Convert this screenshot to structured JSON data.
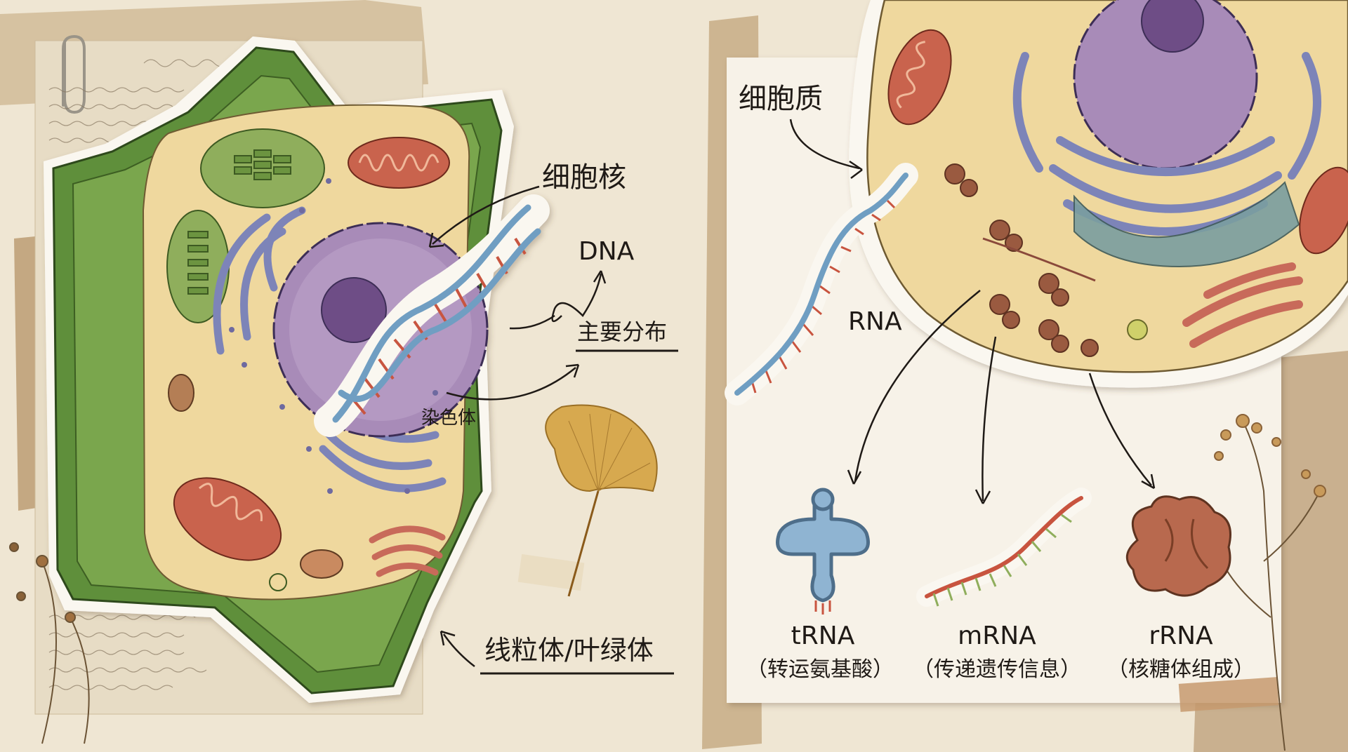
{
  "colors": {
    "background": "#efe6d3",
    "paper": "#f5efe2",
    "kraft": "#c9b08f",
    "cell_wall": "#5f8f3a",
    "cytoplasm": "#efd89e",
    "nucleus": "#a88bb8",
    "nucleolus": "#6e4d86",
    "er": "#7d84b8",
    "mitochondria": "#c9644e",
    "chloroplast": "#8fae5c",
    "dna_blue": "#6f9ec2",
    "dna_red": "#c8543f",
    "trna": "#7fa4c4",
    "rrna": "#b8694e",
    "ink": "#1f1a16"
  },
  "left_diagram": {
    "label_nucleus": "细胞核",
    "label_dna": "DNA",
    "label_main_distribution": "主要分布",
    "label_chromosome": "染色体",
    "label_mito_chloro": "线粒体/叶绿体"
  },
  "right_diagram": {
    "label_cytoplasm": "细胞质",
    "label_rna": "RNA",
    "rna_types": [
      {
        "name": "tRNA",
        "desc": "（转运氨基酸）"
      },
      {
        "name": "mRNA",
        "desc": "（传递遗传信息）"
      },
      {
        "name": "rRNA",
        "desc": "（核糖体组成）"
      }
    ]
  }
}
